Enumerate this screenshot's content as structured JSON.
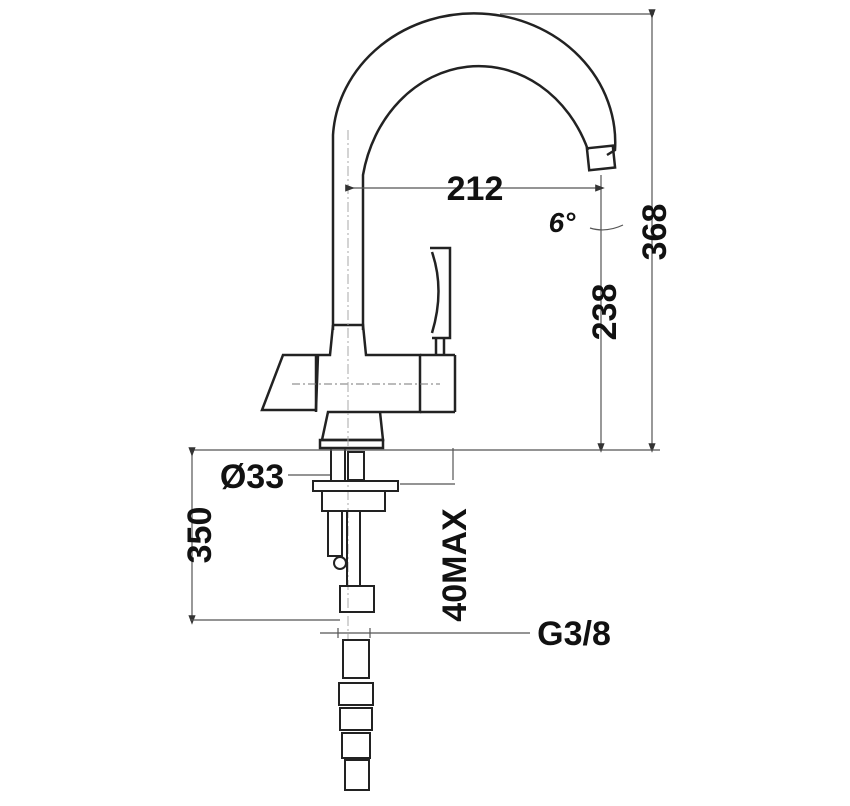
{
  "diagram": {
    "type": "technical-drawing",
    "subject": "kitchen faucet with side handle",
    "dimensions": {
      "spout_reach": "212",
      "spout_angle": "6°",
      "total_height": "368",
      "spout_outlet_height": "238",
      "base_diameter": "Ø33",
      "below_deck_length": "350",
      "max_deck_thickness": "40MAX",
      "connection_thread": "G3/8"
    },
    "colors": {
      "line": "#222222",
      "dim_line": "#555555",
      "background": "#ffffff"
    }
  }
}
